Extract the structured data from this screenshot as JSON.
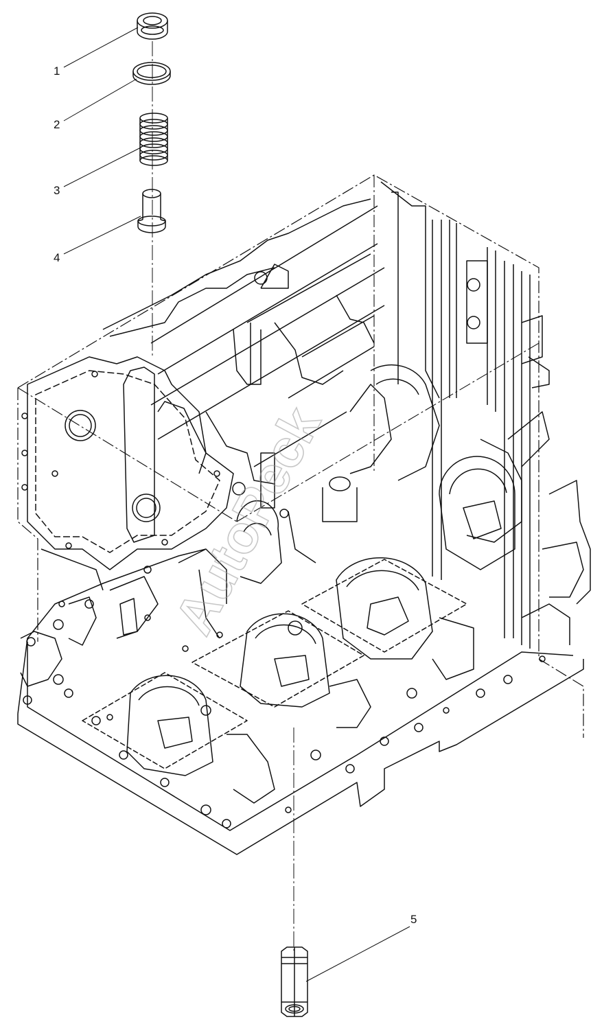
{
  "callouts": [
    {
      "number": "1",
      "part": "plug"
    },
    {
      "number": "2",
      "part": "seal-ring"
    },
    {
      "number": "3",
      "part": "spring"
    },
    {
      "number": "4",
      "part": "sleeve"
    },
    {
      "number": "5",
      "part": "valve-body"
    }
  ],
  "watermark": "AutoPeck",
  "colors": {
    "line": "#111111",
    "watermark": "#9a9a9a",
    "background": "#ffffff"
  }
}
